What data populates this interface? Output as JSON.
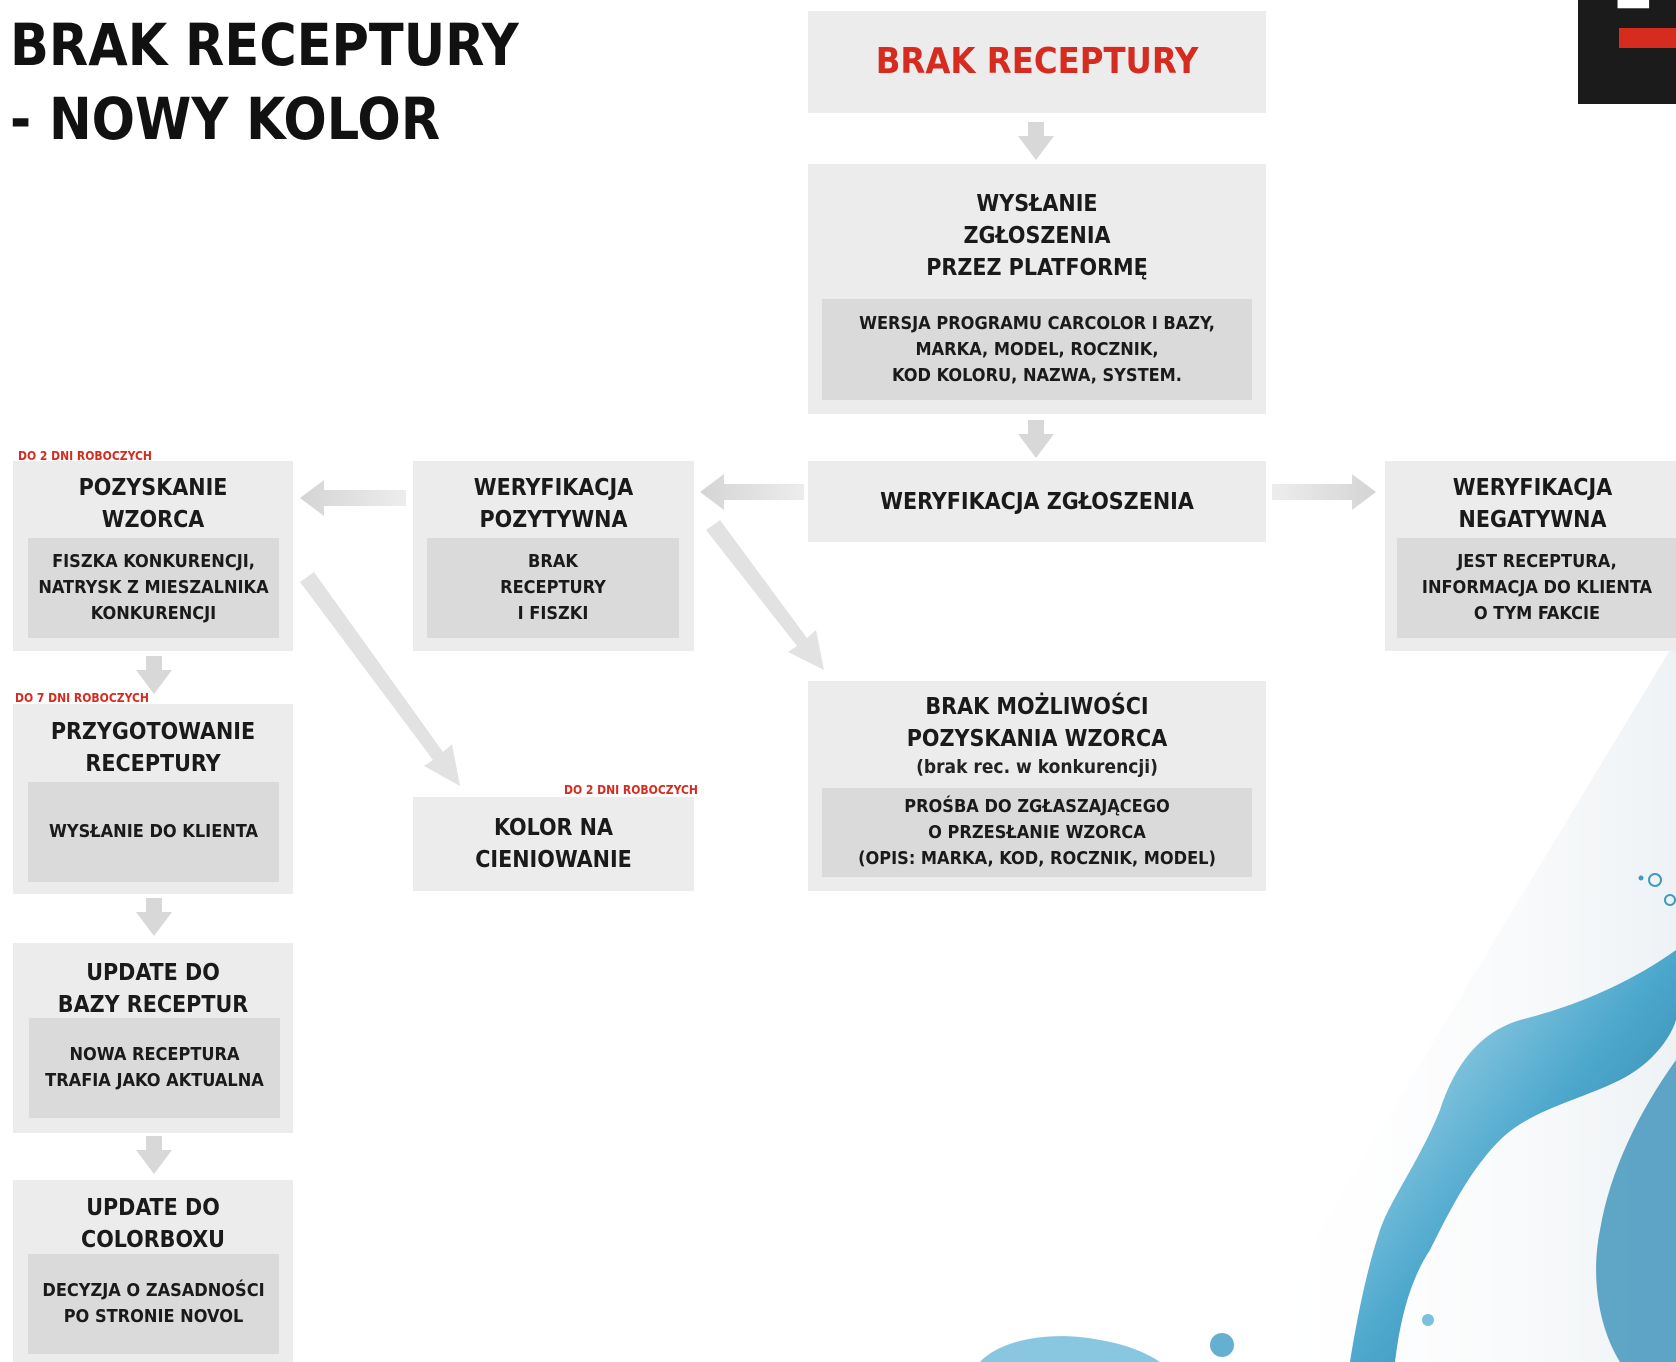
{
  "title": {
    "line1": "BRAK RECEPTURY",
    "line2": "- NOWY KOLOR"
  },
  "colors": {
    "accent": "#d62b1f",
    "box": "#ececec",
    "inner": "#dadada",
    "text": "#1a1a1a"
  },
  "start": {
    "label": "BRAK RECEPTURY"
  },
  "send": {
    "title": "WYSŁANIE\nZGŁOSZENIA\nPRZEZ PLATFORMĘ",
    "detail": "WERSJA PROGRAMU CARCOLOR I BAZY,\nMARKA, MODEL, ROCZNIK,\nKOD KOLORU, NAZWA, SYSTEM."
  },
  "verify": {
    "label": "WERYFIKACJA ZGŁOSZENIA"
  },
  "negative": {
    "title": "WERYFIKACJA\nNEGATYWNA",
    "detail": "JEST RECEPTURA,\nINFORMACJA DO KLIENTA\nO TYM FAKCIE"
  },
  "positive": {
    "title": "WERYFIKACJA\nPOZYTYWNA",
    "detail": "BRAK\nRECEPTURY\nI FISZKI"
  },
  "no_sample": {
    "title": "BRAK MOŻLIWOŚCI\nPOZYSKANIA WZORCA",
    "subtitle": "(brak rec. w konkurencji)",
    "detail": "PROŚBA DO ZGŁASZAJĄCEGO\nO PRZESŁANIE WZORCA\n(OPIS: MARKA, KOD, ROCZNIK, MODEL)"
  },
  "obtain": {
    "tag": "DO 2 DNI ROBOCZYCH",
    "title": "POZYSKANIE\nWZORCA",
    "detail": "FISZKA KONKURENCJI,\nNATRYSK Z MIESZALNIKA\nKONKURENCJI"
  },
  "shading": {
    "tag": "DO 2 DNI ROBOCZYCH",
    "title": "KOLOR NA\nCIENIOWANIE"
  },
  "prepare": {
    "tag": "DO 7 DNI ROBOCZYCH",
    "title": "PRZYGOTOWANIE\nRECEPTURY",
    "detail": "WYSŁANIE DO KLIENTA"
  },
  "update_db": {
    "title": "UPDATE DO\nBAZY RECEPTUR",
    "detail": "NOWA RECEPTURA\nTRAFIA JAKO AKTUALNA"
  },
  "update_box": {
    "title": "UPDATE DO\nCOLORBOXU",
    "detail": "DECYZJA O ZASADNOŚCI\nPO STRONIE NOVOL"
  }
}
